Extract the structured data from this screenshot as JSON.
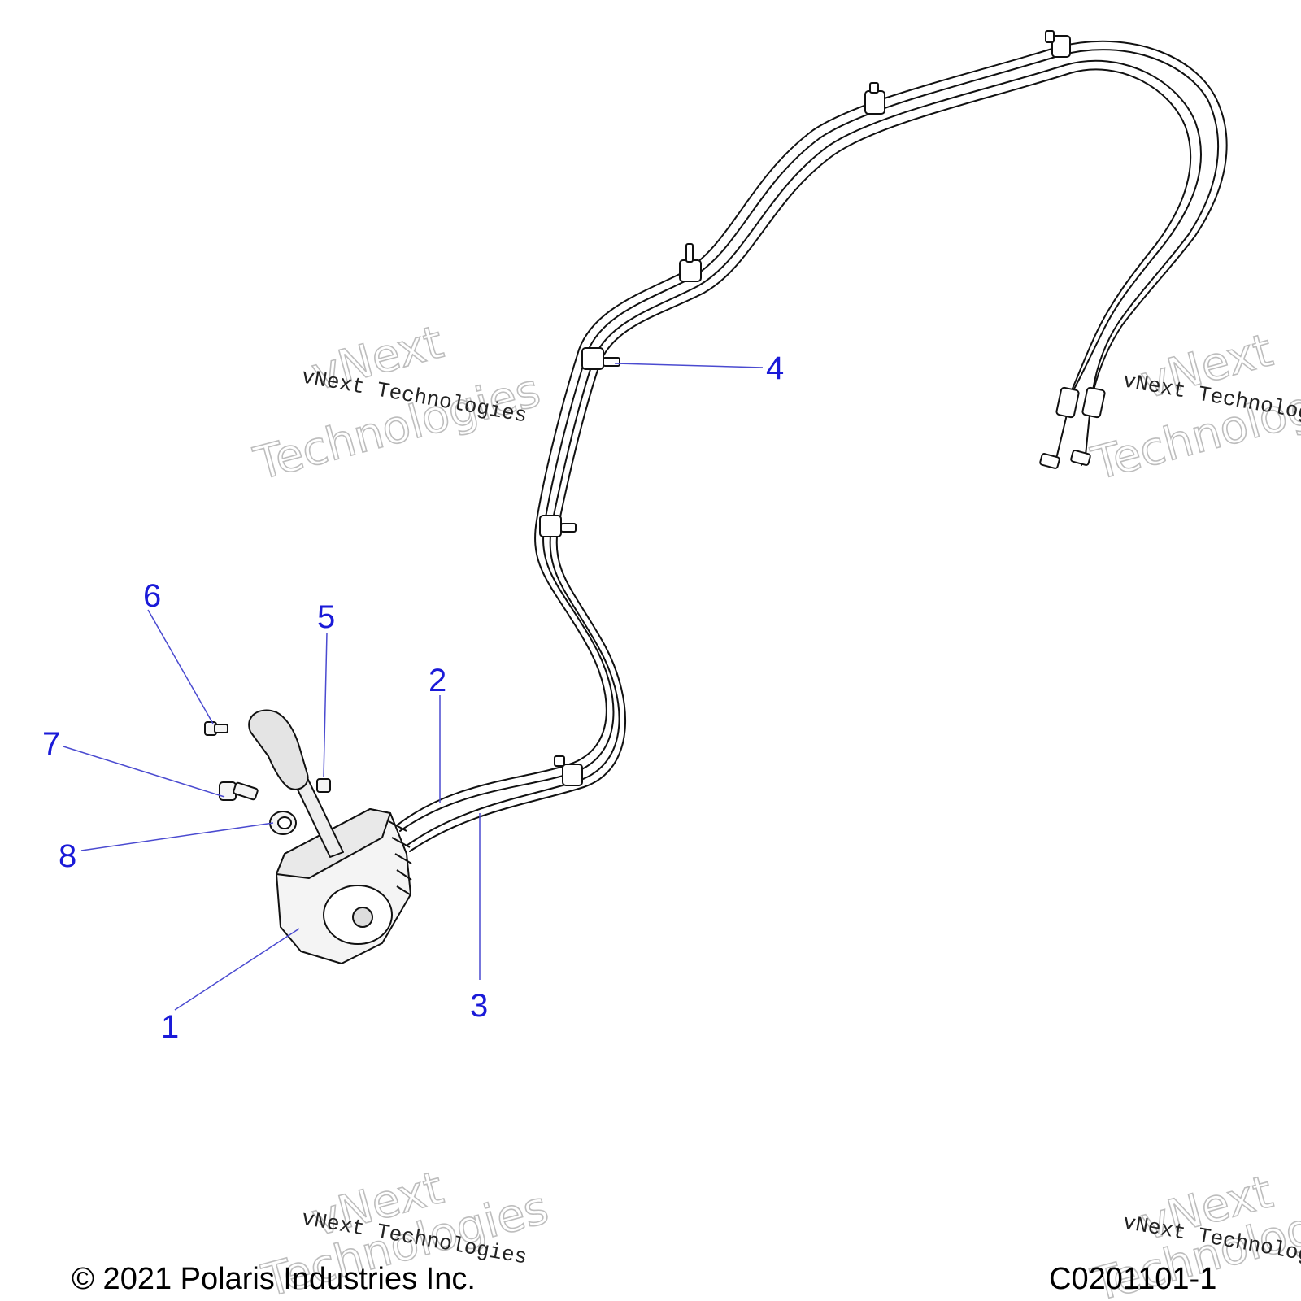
{
  "callouts": [
    {
      "label": "1"
    },
    {
      "label": "2"
    },
    {
      "label": "3"
    },
    {
      "label": "4"
    },
    {
      "label": "5"
    },
    {
      "label": "6"
    },
    {
      "label": "7"
    },
    {
      "label": "8"
    }
  ],
  "watermark": {
    "line_small": "vNext Technologies",
    "line_big_1": "vNext",
    "line_big_2": "Technologies",
    "line_big_joined": "vNext Technologies"
  },
  "footer": {
    "copyright": "© 2021 Polaris Industries Inc.",
    "drawing_number": "C0201101-1"
  },
  "colors": {
    "callout": "#1a1ad8",
    "leader": "#4a4ad0",
    "line_art": "#111111"
  }
}
